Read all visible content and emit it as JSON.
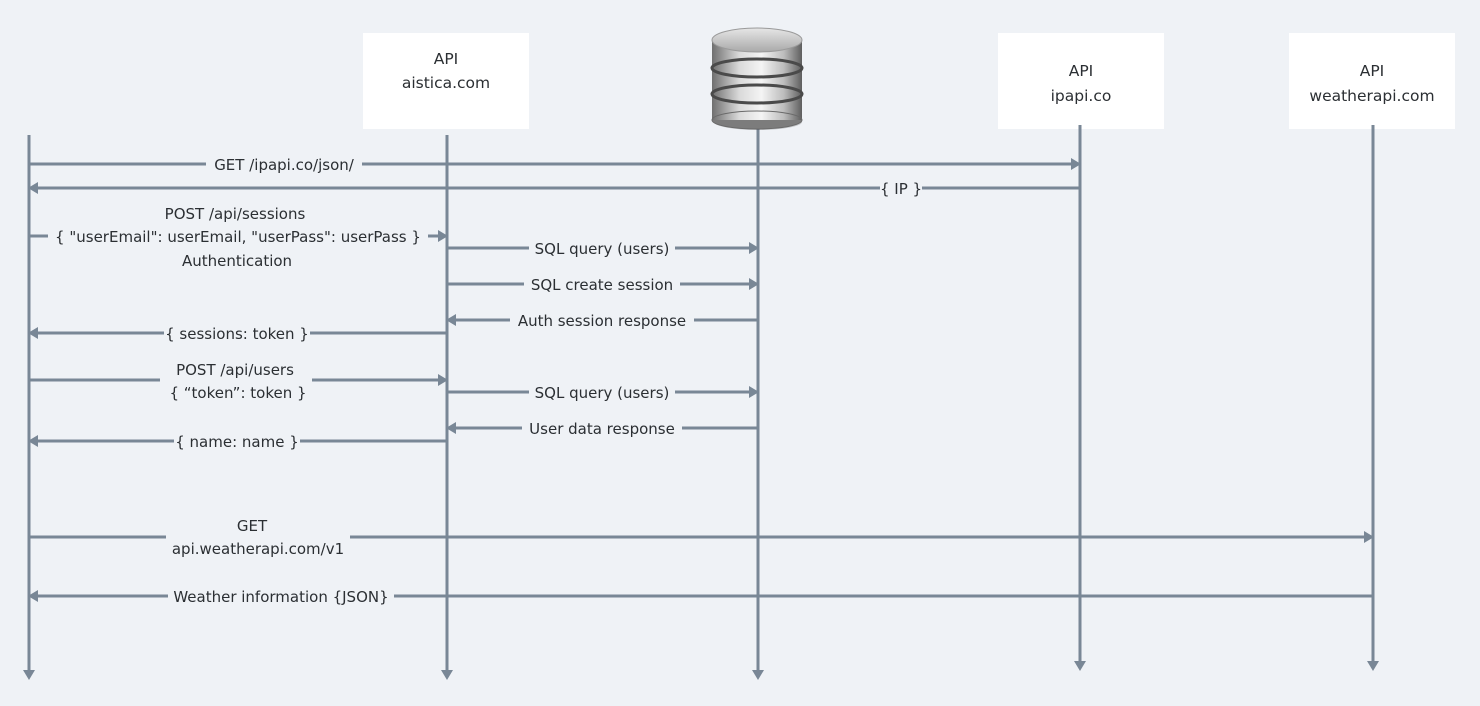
{
  "participants": {
    "aistica": {
      "line1": "API",
      "line2": "aistica.com"
    },
    "database": {
      "icon": "database-icon"
    },
    "ipapi": {
      "line1": "API",
      "line2": "ipapi.co"
    },
    "weatherapi": {
      "line1": "API",
      "line2": "weatherapi.com"
    }
  },
  "messages": {
    "get_ipapi": "GET /ipapi.co/json/",
    "ip_response": "{ IP }",
    "post_sessions": "POST /api/sessions",
    "sessions_body": "{ \"userEmail\": userEmail, \"userPass\": userPass }",
    "authentication": "Authentication",
    "sql_query_users_1": "SQL query (users)",
    "sql_create_session": "SQL create session",
    "auth_session_response": "Auth session response",
    "sessions_token": "{ sessions: token }",
    "post_users": "POST /api/users",
    "users_body": "{ “token”: token }",
    "sql_query_users_2": "SQL query (users)",
    "user_data_response": "User data response",
    "name_response": "{ name: name }",
    "get_weather": "GET",
    "weather_url": "api.weatherapi.com/v1",
    "weather_info": "Weather information {JSON}"
  },
  "colors": {
    "background": "#eff2f6",
    "line": "#798796",
    "box": "#ffffff",
    "text": "#2b2f33"
  }
}
